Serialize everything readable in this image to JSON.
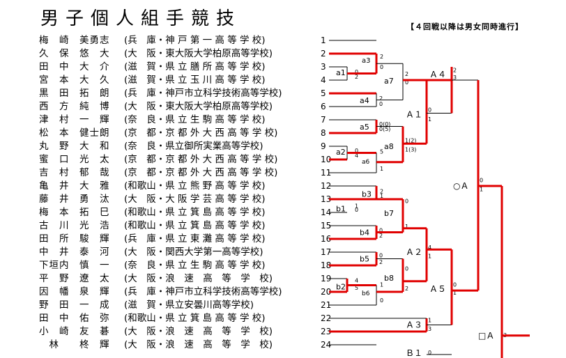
{
  "title": "男子個人組手競技",
  "subtitle": "【４回戦以降は男女同時進行】",
  "players": [
    {
      "no": "1",
      "name": "梅　崎　美勇志",
      "aff": "(兵　庫・神 戸 第 一 高 等 学 校)"
    },
    {
      "no": "2",
      "name": "久　保　悠　大",
      "aff": "(大　阪・東大阪大学柏原高等学校)"
    },
    {
      "no": "3",
      "name": "田　中　大　介",
      "aff": "(滋　賀・県 立 膳 所 高 等 学 校)"
    },
    {
      "no": "4",
      "name": "宮　本　大　久",
      "aff": "(滋　賀・県 立 玉 川 高 等 学 校)"
    },
    {
      "no": "5",
      "name": "黒　田　拓　朗",
      "aff": "(兵　庫・神戸市立科学技術高等学校)"
    },
    {
      "no": "6",
      "name": "西　方　純　博",
      "aff": "(大　阪・東大阪大学柏原高等学校)"
    },
    {
      "no": "7",
      "name": "津　村　一　輝",
      "aff": "(奈　良・県 立 生 駒 高 等 学 校)"
    },
    {
      "no": "8",
      "name": "松　本　健士朗",
      "aff": "(京　都・京 都 外 大 西 高 等 学 校)"
    },
    {
      "no": "9",
      "name": "丸　野　大　和",
      "aff": "(奈　良・県立御所実業高等学校)"
    },
    {
      "no": "10",
      "name": "蜜　口　光　太",
      "aff": "(京　都・京 都 外 大 西 高 等 学 校)"
    },
    {
      "no": "11",
      "name": "吉　村　郁　哉",
      "aff": "(京　都・京 都 外 大 西 高 等 学 校)"
    },
    {
      "no": "12",
      "name": "亀　井　大　雅",
      "aff": "(和歌山・県 立 熊 野 高 等 学 校)"
    },
    {
      "no": "13",
      "name": "藤　井　勇　汰",
      "aff": "(大　阪・大 阪 学 芸 高 等 学 校)"
    },
    {
      "no": "14",
      "name": "梅　本　拓　巳",
      "aff": "(和歌山・県 立 箕 島 高 等 学 校)"
    },
    {
      "no": "15",
      "name": "古　川　光　浩",
      "aff": "(和歌山・県 立 箕 島 高 等 学 校)"
    },
    {
      "no": "16",
      "name": "田　所　駿　輝",
      "aff": "(兵　庫・県 立 東 灘 高 等 学 校)"
    },
    {
      "no": "17",
      "name": "中　井　泰　河",
      "aff": "(大　阪・関西大学第一高等学校)"
    },
    {
      "no": "18",
      "name": "下垣内　慎　一",
      "aff": "(奈　良・県 立 生 駒 高 等 学 校)"
    },
    {
      "no": "19",
      "name": "平　野　遼　太",
      "aff": "(大　阪・浪　速　高　等　学　校)"
    },
    {
      "no": "20",
      "name": "因　幡　泉　輝",
      "aff": "(兵　庫・神戸市立科学技術高等学校)"
    },
    {
      "no": "21",
      "name": "野　田　一　成",
      "aff": "(滋　賀・県立安曇川高等学校)"
    },
    {
      "no": "22",
      "name": "田　中　佑　弥",
      "aff": "(和歌山・県 立 箕 島 高 等 学 校)"
    },
    {
      "no": "23",
      "name": "小　崎　友　碁",
      "aff": "(大　阪・浪　速　高　等　学　校)"
    },
    {
      "no": "24",
      "name": "　林　　柊　輝",
      "aff": "(大　阪・浪　速　高　等　学　校)"
    }
  ],
  "match_labels": {
    "a1": "a1",
    "a2": "a2",
    "a3": "a3",
    "a4": "a4",
    "a5": "a5",
    "a6": "a6",
    "a7": "a7",
    "a8": "a8",
    "b1": "b1",
    "b2": "b2",
    "b3": "b3",
    "b4": "b4",
    "b5": "b5",
    "b6": "b6",
    "b7": "b7",
    "b8": "b8",
    "A1": "Ａ１",
    "A2": "Ａ２",
    "A3": "Ａ３",
    "A4": "Ａ４",
    "A5": "Ａ５",
    "circleA": "○Ａ",
    "squareA": "□Ａ",
    "B1": "Ｂ１"
  },
  "scores": {
    "a1_top": "0",
    "a1_bot": "2",
    "a3_top": "2",
    "a3_bot": "0",
    "a7_top": "2",
    "a7_bot": "0",
    "a4_top": "2",
    "a4_bot": "0",
    "A1_top": "0",
    "A1_bot": "1",
    "A4_top": "2",
    "A4_bot": "3",
    "a5_top": "0(0)",
    "a5_bot": "0(5)",
    "a8_top": "1(2)",
    "a8_bot": "1(3)",
    "a2_top": "0",
    "a2_bot": "4",
    "a6_top": "5",
    "a6_bot": "1",
    "b3_top": "2",
    "b3_bot": "1",
    "b1_top": "1",
    "b1_bot": "0",
    "b7_top": "0",
    "b7_bot": "1",
    "b4_top": "0",
    "b4_bot": "2",
    "A2_top": "4",
    "A2_bot": "1",
    "b5_top": "0",
    "b5_bot": "2",
    "b8_top": "0",
    "b8_bot": "2",
    "b2_top": "4",
    "b2_bot": "5",
    "b6_top": "1",
    "b6_bot": "0",
    "A5_top": "0",
    "A5_bot": "1",
    "A3_top": "1",
    "A3_bot": "3",
    "cA_top": "0",
    "cA_bot": "1",
    "sA_top": "3",
    "B1_top": "0"
  }
}
